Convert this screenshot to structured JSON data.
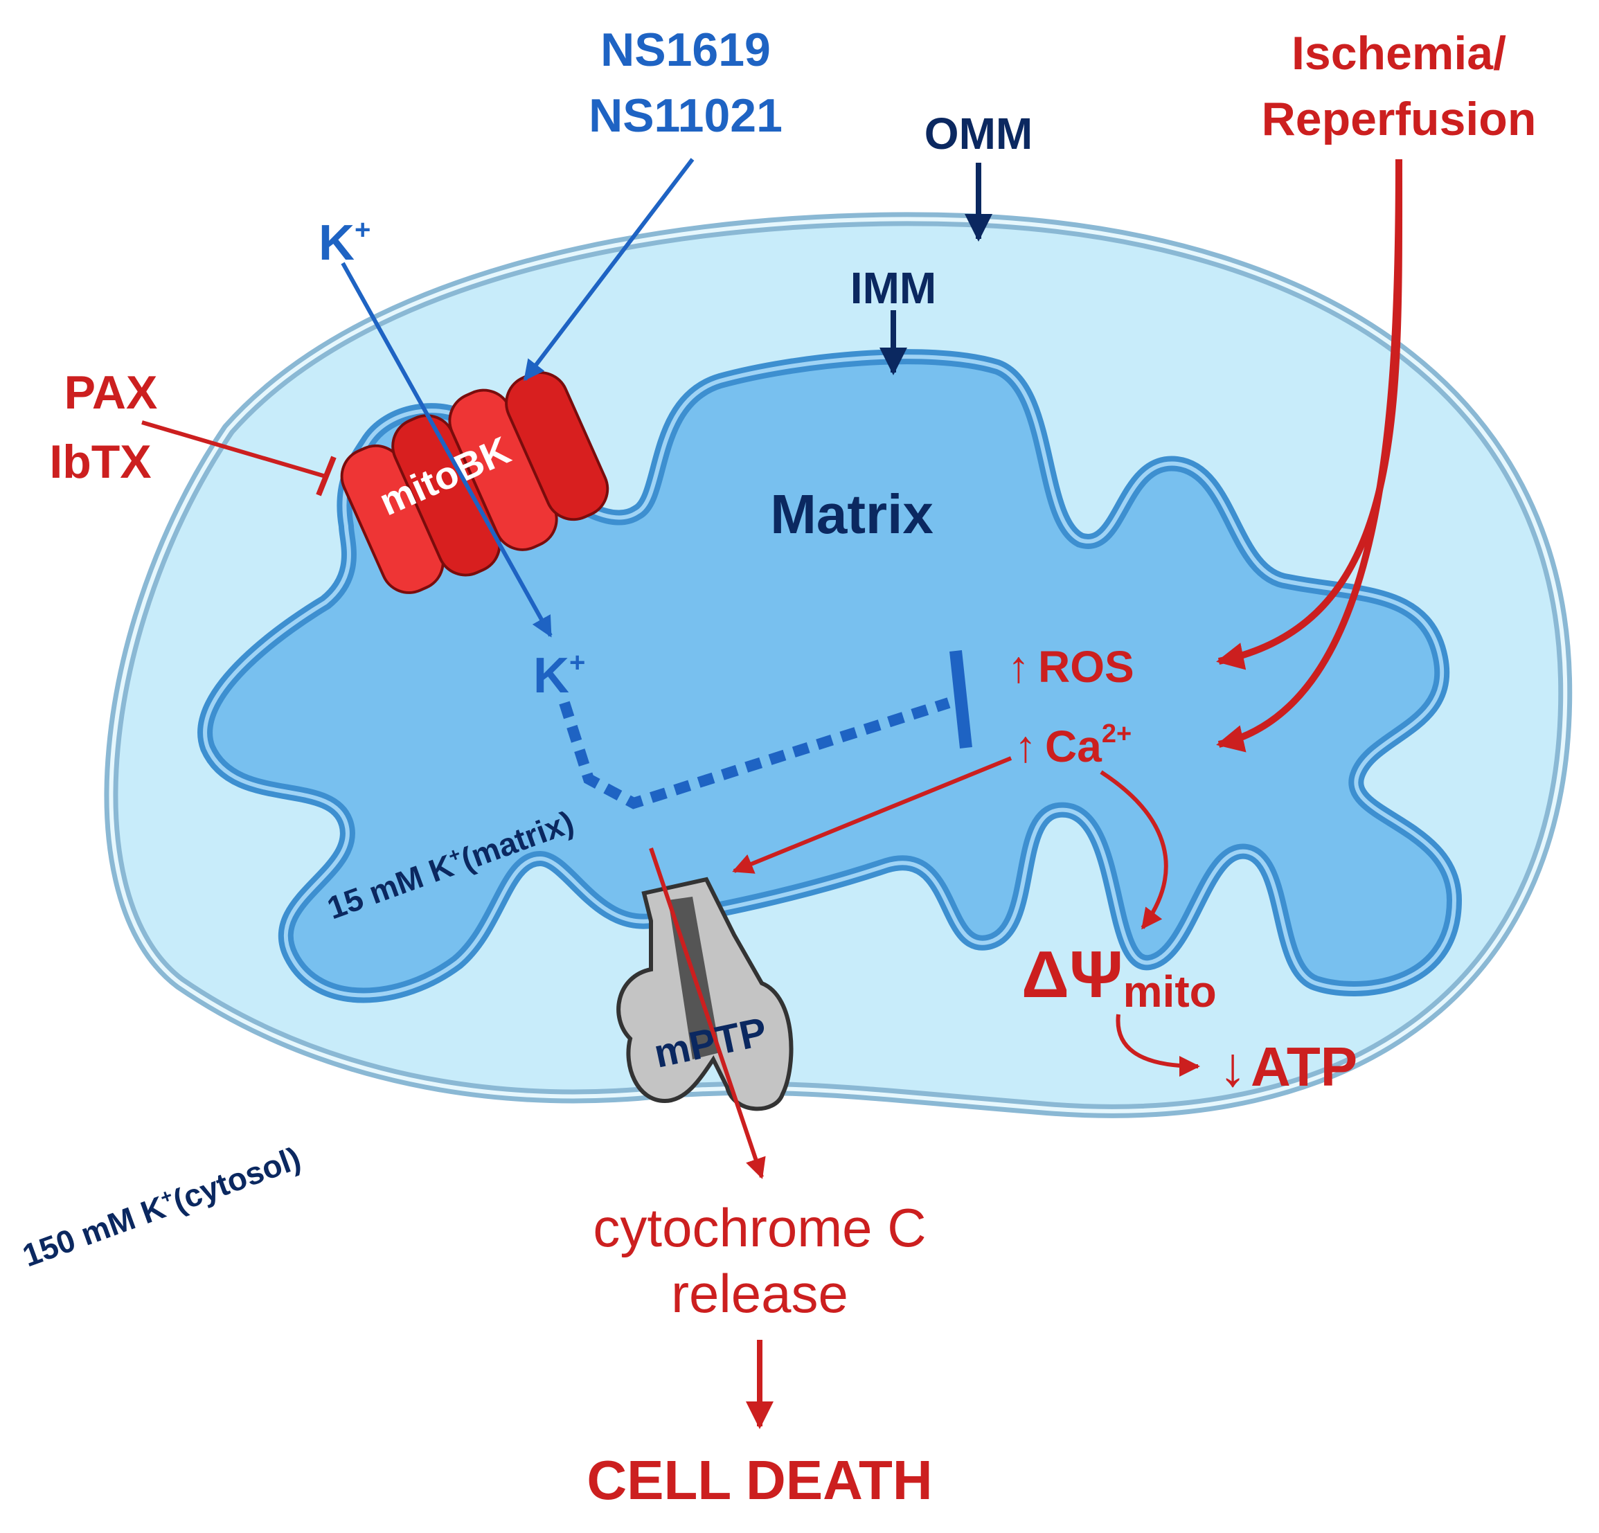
{
  "labels": {
    "agonist_1": "NS1619",
    "agonist_2": "NS11021",
    "omm": "OMM",
    "imm": "IMM",
    "trigger_1": "Ischemia/",
    "trigger_2": "Reperfusion",
    "inhibitor_1": "PAX",
    "inhibitor_2": "IbTX",
    "k_outside": "K",
    "k_inside": "K",
    "k_charge": "+",
    "channel": "mitoBK",
    "matrix": "Matrix",
    "ros": "ROS",
    "calcium": "Ca",
    "calcium_charge": "2+",
    "up_arrow": "↑",
    "down_arrow": "↓",
    "matrix_k_pre": "15 mM K",
    "matrix_k_post": "(matrix)",
    "cytosol_k_pre": "150 mM K",
    "cytosol_k_post": "(cytosol)",
    "pore": "mPTP",
    "delta_psi": "ΔΨ",
    "delta_psi_sub": "mito",
    "atp": "ATP",
    "cytc_1": "cytochrome C",
    "cytc_2": "release",
    "cell_death": "CELL DEATH"
  },
  "colors": {
    "dark_navy": "#0b2860",
    "blue": "#1e63c3",
    "red": "#cc1f1f",
    "membrane_outer": "#8ab8d4",
    "intermembrane": "#c8ecfa",
    "matrix_fill": "#78c0ef",
    "crista_edge": "#3d8fd0",
    "channel_red": "#ee3535",
    "pore_gray": "#bfbfbf"
  }
}
